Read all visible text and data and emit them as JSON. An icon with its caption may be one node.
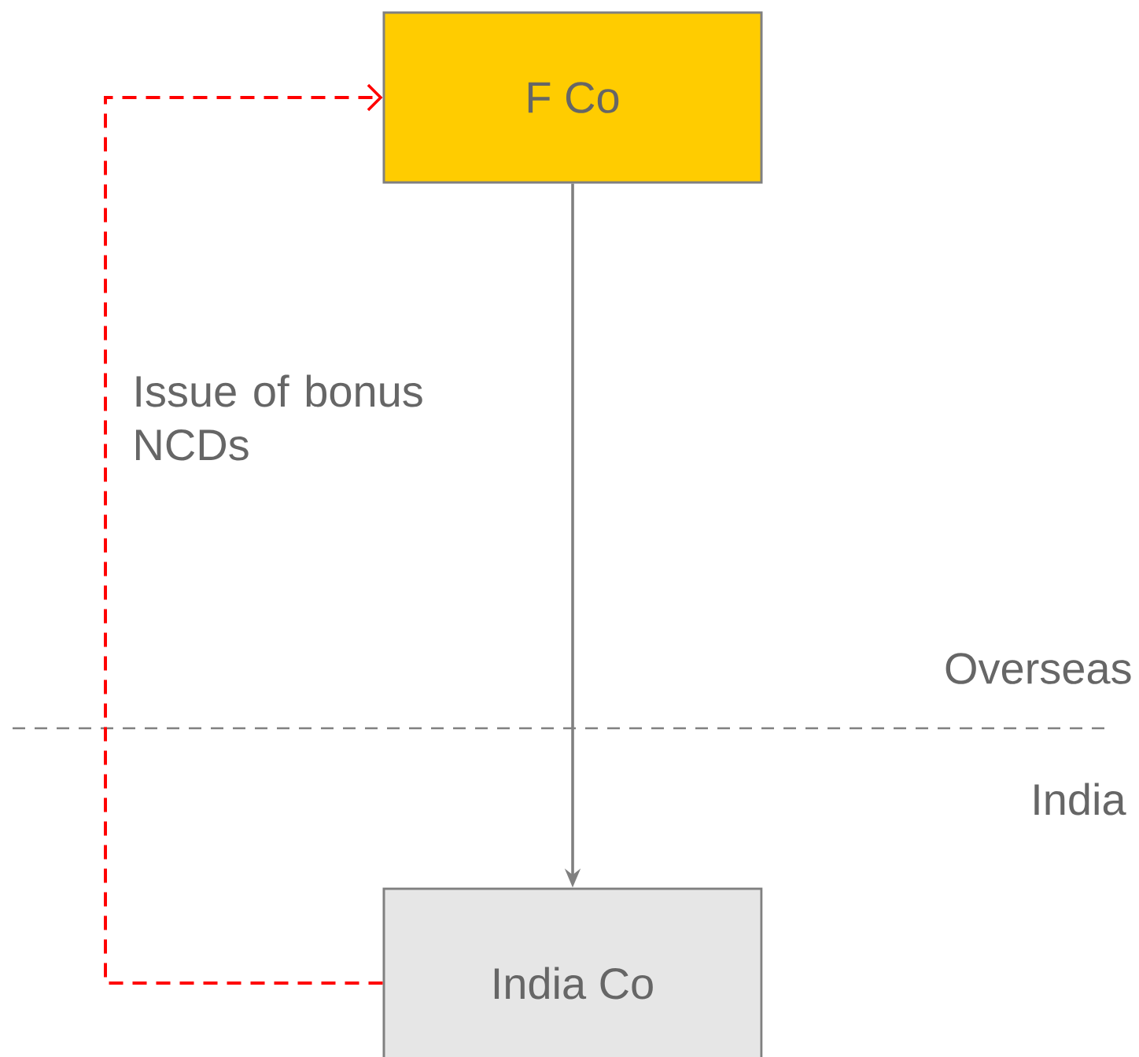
{
  "diagram": {
    "nodes": [
      {
        "text": [
          "F Co"
        ]
      },
      {
        "text": [
          "India Co"
        ]
      }
    ],
    "edges": [
      {
        "from": 0,
        "to": 1,
        "arrow": "to"
      },
      {
        "from": 1,
        "to": 0,
        "arrow": "to",
        "label": "Issue of bonus NCDs",
        "style": "dashed",
        "color": "#ff0000"
      }
    ],
    "labels": [
      "Overseas",
      "India"
    ]
  }
}
